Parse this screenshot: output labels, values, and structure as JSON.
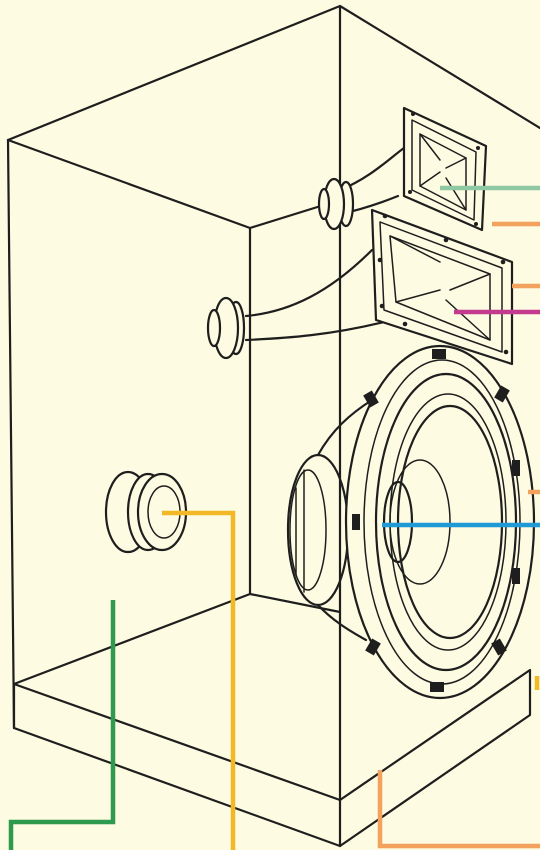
{
  "diagram": {
    "background_color": "#fdfbe1",
    "ink_color": "#1e1e1e",
    "leader_lines": [
      {
        "name": "tweeter-horn-leader",
        "color": "#8fc9a4"
      },
      {
        "name": "tweeter-side-leader",
        "color": "#f2a25c"
      },
      {
        "name": "midrange-side-leader",
        "color": "#f2a25c"
      },
      {
        "name": "midrange-horn-leader",
        "color": "#c33a8f"
      },
      {
        "name": "woofer-side-leader",
        "color": "#f2a25c"
      },
      {
        "name": "woofer-leader",
        "color": "#1f9ad6"
      },
      {
        "name": "port-tube-leader",
        "color": "#f2b825"
      },
      {
        "name": "cabinet-interior-leader",
        "color": "#2e9a4e"
      },
      {
        "name": "base-leader",
        "color": "#f2a25c"
      },
      {
        "name": "right-edge-leader",
        "color": "#f2b825"
      }
    ]
  }
}
